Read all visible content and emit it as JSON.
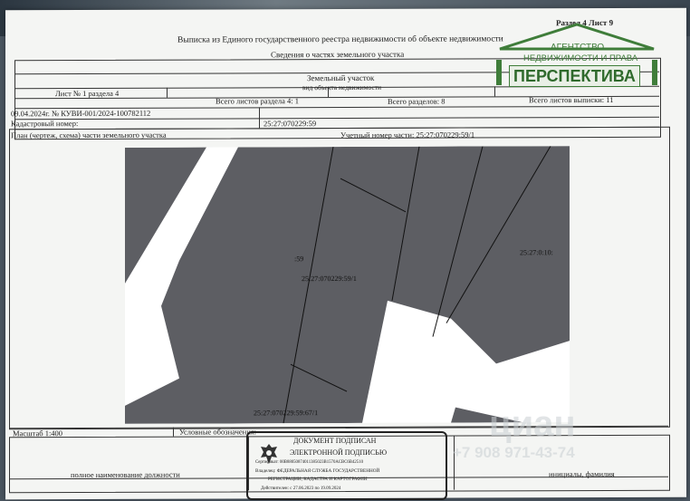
{
  "header": {
    "section_sheet": "Раздел 4   Лист 9",
    "title": "Выписка из Единого государственного реестра недвижимости об объекте недвижимости",
    "subtitle": "Сведения о частях земельного участка"
  },
  "table": {
    "object_type": "Земельный участок",
    "object_kind_label": "вид объекта недвижимости",
    "sheet_label": "Лист № 1 раздела 4",
    "sheets_section_total": "Всего листов раздела 4: 1",
    "sections_total": "Всего разделов: 8",
    "sheets_extract_total": "Всего листов выписки: 11",
    "date_number": "09.04.2024г. № КУВИ-001/2024-100782112",
    "cadastral_label": "Кадастровый номер:",
    "cadastral_number": "25:27:070229:59",
    "plan_label": "План (чертеж, схема) части земельного участка",
    "account_number": "Учетный номер части: 25:27:070229:59/1"
  },
  "plan": {
    "label_parcel": ":59",
    "label_part": "25:27:070229:59/1",
    "label_right": "25:27:0:10:",
    "label_bottom": "25:27:070229:59:67/1",
    "fill_color": "#5d5e63",
    "background": "#ffffff"
  },
  "footer": {
    "scale": "Масштаб 1:400",
    "legend_label": "Условные обозначения:",
    "position_label": "полное наименование должности",
    "name_label": "инициалы, фамилия"
  },
  "stamp": {
    "line1": "ДОКУМЕНТ ПОДПИСАН",
    "line2": "ЭЛЕКТРОННОЙ ПОДПИСЬЮ",
    "cert": "Сертификат: 00B88050874011385023B1570ACBC6B42510",
    "owner1": "Владелец: ФЕДЕРАЛЬНАЯ СЛУЖБА ГОСУДАРСТВЕННОЙ",
    "owner2": "РЕГИСТРАЦИИ, КАДАСТРА И КАРТОГРАФИИ",
    "valid": "Действителен: с 27.06.2023 по 19.09.2024"
  },
  "logo": {
    "line1": "АГЕНТСТВО",
    "line2": "НЕДВИЖИМОСТИ И ПРАВА",
    "brand": "ПЕРСПЕКТИВА",
    "color": "#3f7d3a"
  },
  "watermark": {
    "brand": "циан",
    "phone": "+7 908 971-43-74"
  }
}
